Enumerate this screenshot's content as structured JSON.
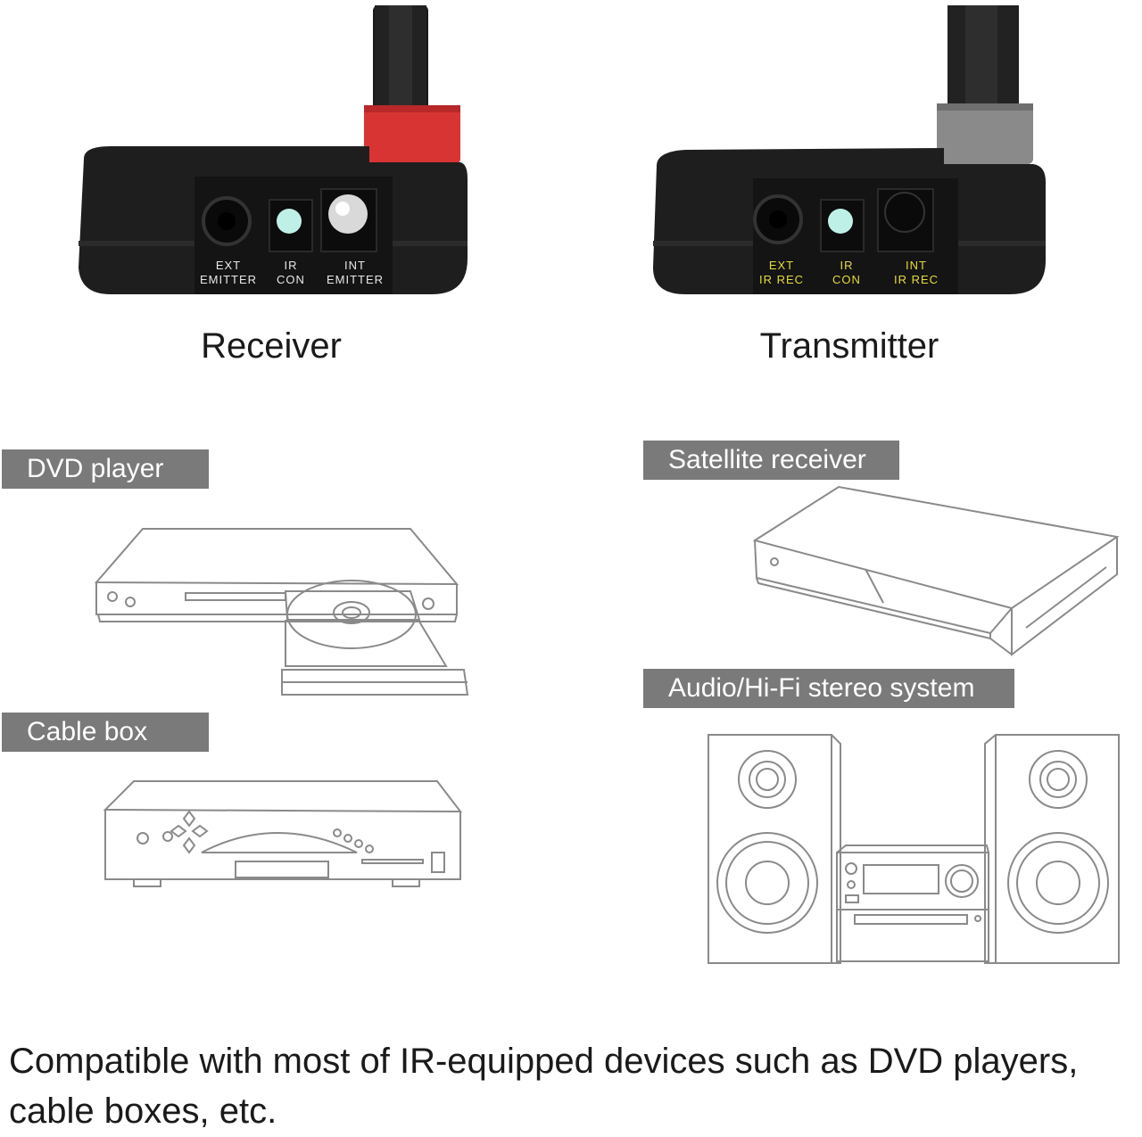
{
  "receiver": {
    "caption": "Receiver",
    "ports": [
      {
        "line1": "EXT",
        "line2": "EMITTER"
      },
      {
        "line1": "IR",
        "line2": "CON"
      },
      {
        "line1": "INT",
        "line2": "EMITTER"
      }
    ],
    "ring_color": "#e23a3a",
    "label_color": "#e8e8e8"
  },
  "transmitter": {
    "caption": "Transmitter",
    "ports": [
      {
        "line1": "EXT",
        "line2": "IR REC"
      },
      {
        "line1": "IR",
        "line2": "CON"
      },
      {
        "line1": "INT",
        "line2": "IR REC"
      }
    ],
    "ring_color": "#8a8a8a",
    "label_color": "#e6dc3c"
  },
  "devices": {
    "dvd": "DVD player",
    "cable": "Cable box",
    "satellite": "Satellite receiver",
    "audio": "Audio/Hi-Fi stereo system"
  },
  "footer": {
    "line1": "Compatible with most of IR-equipped devices such as DVD players,",
    "line2": "cable boxes, etc."
  },
  "colors": {
    "tag_bg": "#7a7a7a",
    "device_body": "#1c1c1c",
    "led": "#bff0e8",
    "outline": "#9a9a9a"
  }
}
